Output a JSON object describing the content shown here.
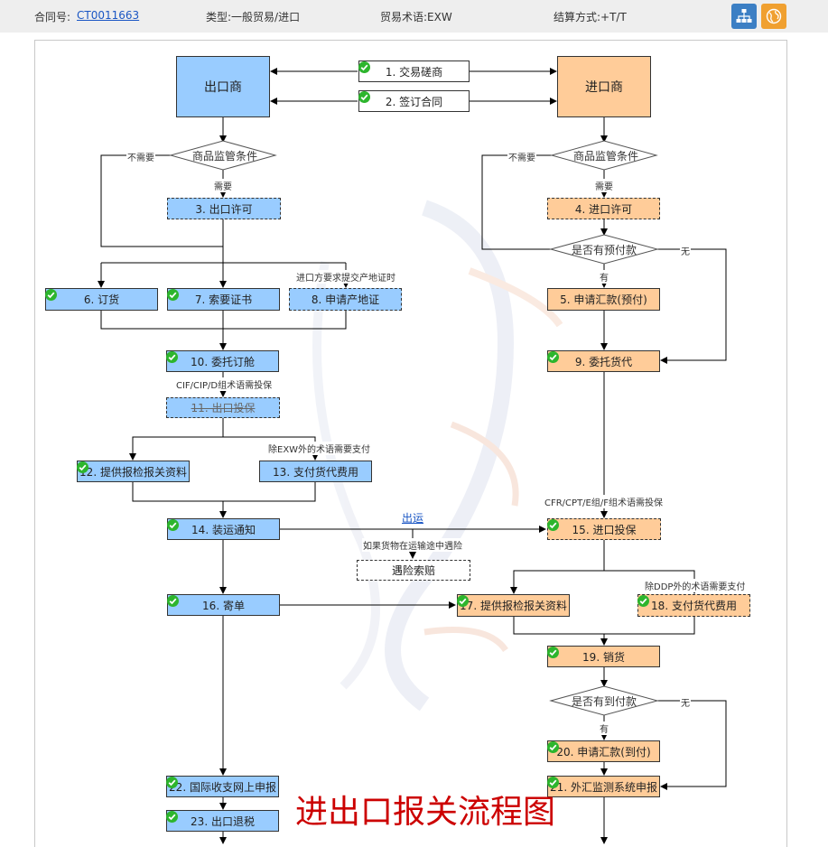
{
  "header": {
    "contract_label": "合同号:",
    "contract_no": "CT0011663",
    "type_text": "类型:一般贸易/进口",
    "terms_text": "贸易术语:EXW",
    "settlement_text": "结算方式:+T/T",
    "btn_org_color": "#3c7fc4",
    "btn_globe_color": "#f0a030"
  },
  "parties": {
    "exporter": "出口商",
    "importer": "进口商"
  },
  "steps": {
    "s1": "1. 交易磋商",
    "s2": "2. 签订合同",
    "s3": "3. 出口许可",
    "s4": "4. 进口许可",
    "s5": "5. 申请汇款(预付)",
    "s6": "6. 订货",
    "s7": "7. 索要证书",
    "s8": "8. 申请产地证",
    "s9": "9. 委托货代",
    "s10": "10. 委托订舱",
    "s11": "11. 出口投保",
    "s12": "12. 提供报检报关资料",
    "s13": "13. 支付货代费用",
    "s14": "14. 装运通知",
    "s15": "15. 进口投保",
    "s16": "16. 寄单",
    "s17": "17. 提供报检报关资料",
    "s18": "18. 支付货代费用",
    "s19": "19. 销货",
    "s20": "20. 申请汇款(到付)",
    "s21": "21. 外汇监测系统申报",
    "s22": "22. 国际收支网上申报",
    "s23": "23. 出口退税",
    "claim": "遇险索赔"
  },
  "decisions": {
    "ex_control": "商品监管条件",
    "im_control": "商品监管条件",
    "prepay": "是否有预付款",
    "arrival_pay": "是否有到付款"
  },
  "labels": {
    "no_need_left": "不需要",
    "need_left": "需要",
    "no_need_right": "不需要",
    "need_right": "需要",
    "prepay_yes": "有",
    "prepay_no": "无",
    "arrival_yes": "有",
    "arrival_no": "无",
    "origin_cert_note": "进口方要求提交产地证时",
    "cif_note": "CIF/CIP/D组术语需投保",
    "exw_pay_note": "除EXW外的术语需要支付",
    "cfr_note": "CFR/CPT/E组/F组术语需投保",
    "ddp_pay_note": "除DDP外的术语需要支付",
    "risk_note": "如果货物在运输途中遇险",
    "shipping_link": "出运"
  },
  "diagram_title": "进出口报关流程图",
  "colors": {
    "exporter": "#99ccff",
    "importer": "#ffcc99",
    "check": "#2db52d",
    "title": "#cc0000"
  }
}
